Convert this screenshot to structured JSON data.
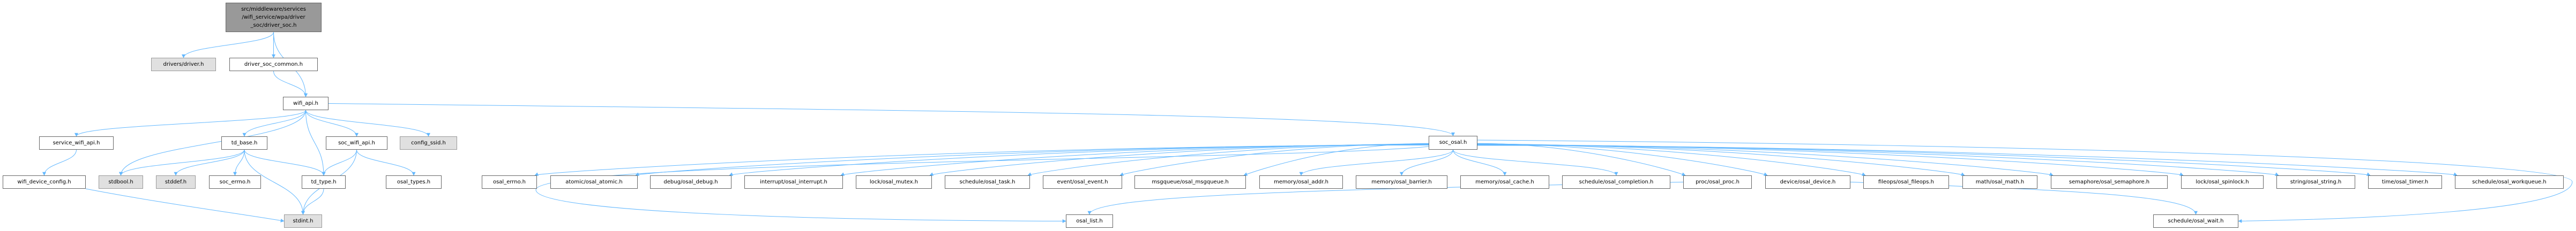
{
  "graph": {
    "type": "include-dependency-graph",
    "edge_color": "#63b8ff",
    "nodes": [
      {
        "id": "root",
        "label": "src/middleware/services\n/wifi_service/wpa/driver\n_soc/driver_soc.h",
        "kind": "root"
      },
      {
        "id": "driver",
        "label": "drivers/driver.h",
        "kind": "ext"
      },
      {
        "id": "dsc",
        "label": "driver_soc_common.h",
        "kind": "file"
      },
      {
        "id": "wifi_api",
        "label": "wifi_api.h",
        "kind": "file"
      },
      {
        "id": "service_wifi_api",
        "label": "service_wifi_api.h",
        "kind": "file"
      },
      {
        "id": "td_base",
        "label": "td_base.h",
        "kind": "file"
      },
      {
        "id": "soc_wifi_api",
        "label": "soc_wifi_api.h",
        "kind": "file"
      },
      {
        "id": "config_ssid",
        "label": "config_ssid.h",
        "kind": "ext"
      },
      {
        "id": "soc_osal",
        "label": "soc_osal.h",
        "kind": "file"
      },
      {
        "id": "wifi_device_config",
        "label": "wifi_device_config.h",
        "kind": "file"
      },
      {
        "id": "stdbool",
        "label": "stdbool.h",
        "kind": "ext"
      },
      {
        "id": "stddef",
        "label": "stddef.h",
        "kind": "ext"
      },
      {
        "id": "soc_errno",
        "label": "soc_errno.h",
        "kind": "file"
      },
      {
        "id": "td_type",
        "label": "td_type.h",
        "kind": "file"
      },
      {
        "id": "osal_types",
        "label": "osal_types.h",
        "kind": "file"
      },
      {
        "id": "osal_errno",
        "label": "osal_errno.h",
        "kind": "file"
      },
      {
        "id": "atomic",
        "label": "atomic/osal_atomic.h",
        "kind": "file"
      },
      {
        "id": "debug",
        "label": "debug/osal_debug.h",
        "kind": "file"
      },
      {
        "id": "interrupt",
        "label": "interrupt/osal_interrupt.h",
        "kind": "file"
      },
      {
        "id": "mutex",
        "label": "lock/osal_mutex.h",
        "kind": "file"
      },
      {
        "id": "task",
        "label": "schedule/osal_task.h",
        "kind": "file"
      },
      {
        "id": "event",
        "label": "event/osal_event.h",
        "kind": "file"
      },
      {
        "id": "msgqueue",
        "label": "msgqueue/osal_msgqueue.h",
        "kind": "file"
      },
      {
        "id": "addr",
        "label": "memory/osal_addr.h",
        "kind": "file"
      },
      {
        "id": "barrier",
        "label": "memory/osal_barrier.h",
        "kind": "file"
      },
      {
        "id": "cache",
        "label": "memory/osal_cache.h",
        "kind": "file"
      },
      {
        "id": "completion",
        "label": "schedule/osal_completion.h",
        "kind": "file"
      },
      {
        "id": "proc",
        "label": "proc/osal_proc.h",
        "kind": "file"
      },
      {
        "id": "device",
        "label": "device/osal_device.h",
        "kind": "file"
      },
      {
        "id": "fileops",
        "label": "fileops/osal_fileops.h",
        "kind": "file"
      },
      {
        "id": "math",
        "label": "math/osal_math.h",
        "kind": "file"
      },
      {
        "id": "semaphore",
        "label": "semaphore/osal_semaphore.h",
        "kind": "file"
      },
      {
        "id": "spinlock",
        "label": "lock/osal_spinlock.h",
        "kind": "file"
      },
      {
        "id": "string",
        "label": "string/osal_string.h",
        "kind": "file"
      },
      {
        "id": "timer",
        "label": "time/osal_timer.h",
        "kind": "file"
      },
      {
        "id": "workqueue",
        "label": "schedule/osal_workqueue.h",
        "kind": "file"
      },
      {
        "id": "stdint",
        "label": "stdint.h",
        "kind": "ext"
      },
      {
        "id": "osal_list",
        "label": "osal_list.h",
        "kind": "file"
      },
      {
        "id": "osal_wait",
        "label": "schedule/osal_wait.h",
        "kind": "file"
      }
    ],
    "edges": [
      [
        "root",
        "driver"
      ],
      [
        "root",
        "dsc"
      ],
      [
        "root",
        "wifi_api"
      ],
      [
        "dsc",
        "wifi_api"
      ],
      [
        "wifi_api",
        "service_wifi_api"
      ],
      [
        "wifi_api",
        "stdbool"
      ],
      [
        "wifi_api",
        "td_base"
      ],
      [
        "wifi_api",
        "td_type"
      ],
      [
        "wifi_api",
        "soc_wifi_api"
      ],
      [
        "wifi_api",
        "config_ssid"
      ],
      [
        "wifi_api",
        "soc_osal"
      ],
      [
        "service_wifi_api",
        "wifi_device_config"
      ],
      [
        "wifi_device_config",
        "stdint"
      ],
      [
        "td_base",
        "stdbool"
      ],
      [
        "td_base",
        "stddef"
      ],
      [
        "td_base",
        "soc_errno"
      ],
      [
        "td_base",
        "td_type"
      ],
      [
        "td_base",
        "stdint"
      ],
      [
        "soc_wifi_api",
        "td_type"
      ],
      [
        "soc_wifi_api",
        "stdint"
      ],
      [
        "soc_wifi_api",
        "osal_types"
      ],
      [
        "td_type",
        "stdint"
      ],
      [
        "soc_osal",
        "osal_errno"
      ],
      [
        "soc_osal",
        "atomic"
      ],
      [
        "soc_osal",
        "debug"
      ],
      [
        "soc_osal",
        "interrupt"
      ],
      [
        "soc_osal",
        "mutex"
      ],
      [
        "soc_osal",
        "task"
      ],
      [
        "soc_osal",
        "event"
      ],
      [
        "soc_osal",
        "msgqueue"
      ],
      [
        "soc_osal",
        "addr"
      ],
      [
        "soc_osal",
        "barrier"
      ],
      [
        "soc_osal",
        "cache"
      ],
      [
        "soc_osal",
        "completion"
      ],
      [
        "soc_osal",
        "proc"
      ],
      [
        "soc_osal",
        "device"
      ],
      [
        "soc_osal",
        "fileops"
      ],
      [
        "soc_osal",
        "math"
      ],
      [
        "soc_osal",
        "semaphore"
      ],
      [
        "soc_osal",
        "spinlock"
      ],
      [
        "soc_osal",
        "string"
      ],
      [
        "soc_osal",
        "timer"
      ],
      [
        "soc_osal",
        "workqueue"
      ],
      [
        "soc_osal",
        "osal_list"
      ],
      [
        "soc_osal",
        "osal_wait"
      ],
      [
        "proc",
        "osal_list"
      ],
      [
        "device",
        "osal_wait"
      ]
    ]
  }
}
